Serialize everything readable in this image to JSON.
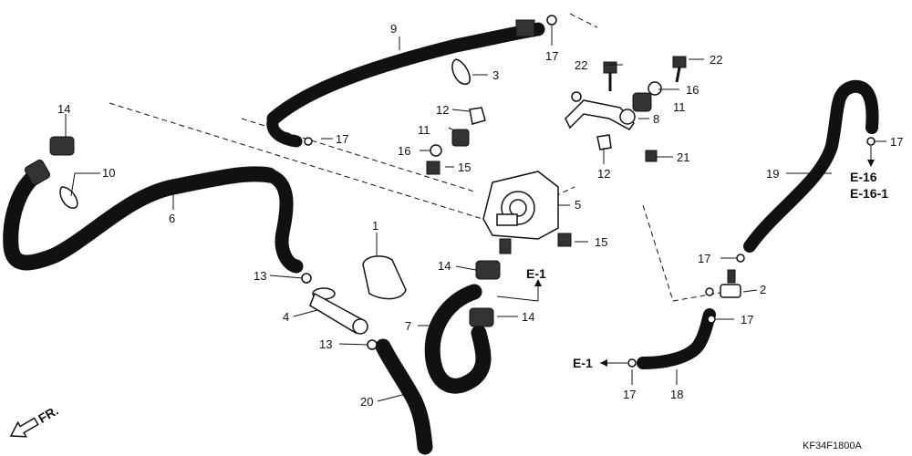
{
  "part_labels": {
    "p1": "1",
    "p2": "2",
    "p3": "3",
    "p4": "4",
    "p5": "5",
    "p6": "6",
    "p7": "7",
    "p8": "8",
    "p9": "9",
    "p10": "10",
    "p11a": "11",
    "p11b": "11",
    "p12a": "12",
    "p12b": "12",
    "p13a": "13",
    "p13b": "13",
    "p14a": "14",
    "p14b": "14",
    "p14c": "14",
    "p15a": "15",
    "p15b": "15",
    "p16a": "16",
    "p16b": "16",
    "p17a": "17",
    "p17b": "17",
    "p17c": "17",
    "p17d": "17",
    "p17e": "17",
    "p17f": "17",
    "p18": "18",
    "p19": "19",
    "p20": "20",
    "p21": "21",
    "p22a": "22",
    "p22b": "22"
  },
  "references": {
    "e1_center": "E-1",
    "e1_bottom": "E-1",
    "e16": "E-16",
    "e16_1": "E-16-1"
  },
  "direction_label": "FR.",
  "diagram_code": "KF34F1800A"
}
